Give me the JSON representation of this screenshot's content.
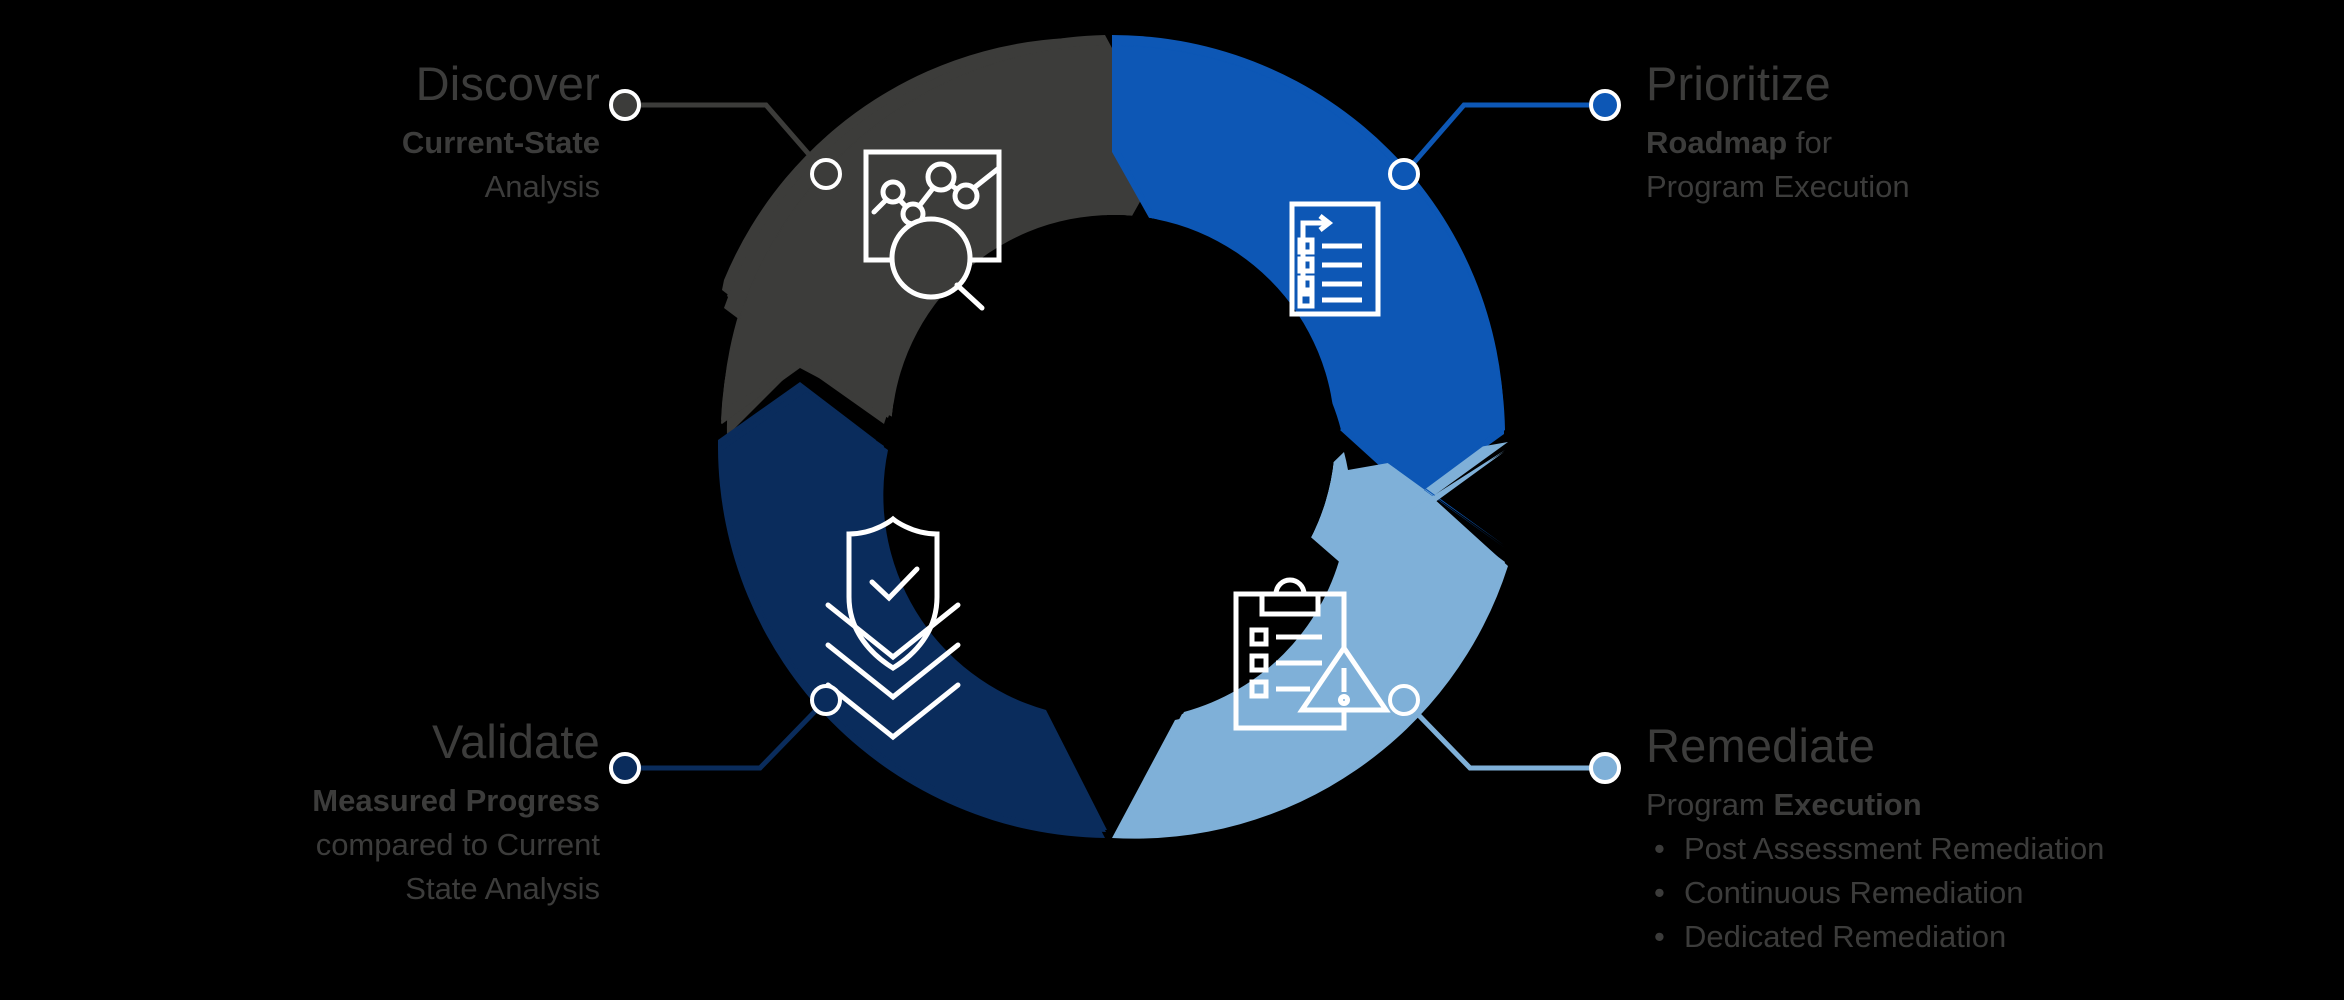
{
  "diagram": {
    "title": "Security Program Lifecycle Wheel",
    "type": "four-stage-cycle",
    "background_color": "#000000"
  },
  "colors": {
    "discover": "#3c3c3a",
    "prioritize": "#0d57b5",
    "remediate": "#7fb0d8",
    "validate": "#0a2c5c",
    "text": "#3c3c3b",
    "icon": "#ffffff",
    "connector_ring": "#ffffff"
  },
  "stages": [
    {
      "key": "discover",
      "label": "Discover",
      "color": "#3c3c3a",
      "icon": "chart-magnifier-icon",
      "description_lines": [
        {
          "bold": "Current-State",
          "normal": ""
        },
        {
          "bold": "",
          "normal": "Analysis"
        }
      ],
      "description_bold": "Current-State",
      "description_rest": "Analysis"
    },
    {
      "key": "prioritize",
      "label": "Prioritize",
      "color": "#0d57b5",
      "icon": "roadmap-checklist-icon",
      "description_bold": "Roadmap",
      "description_rest": " for",
      "description_line2": "Program Execution"
    },
    {
      "key": "remediate",
      "label": "Remediate",
      "color": "#7fb0d8",
      "icon": "clipboard-warning-icon",
      "description_prefix": "Program ",
      "description_bold": "Execution",
      "bullets": [
        "Post Assessment Remediation",
        "Continuous Remediation",
        "Dedicated Remediation"
      ]
    },
    {
      "key": "validate",
      "label": "Validate",
      "color": "#0a2c5c",
      "icon": "shield-check-layers-icon",
      "description_bold": "Measured Progress",
      "description_line2": "compared to Current",
      "description_line3": "State Analysis"
    }
  ]
}
